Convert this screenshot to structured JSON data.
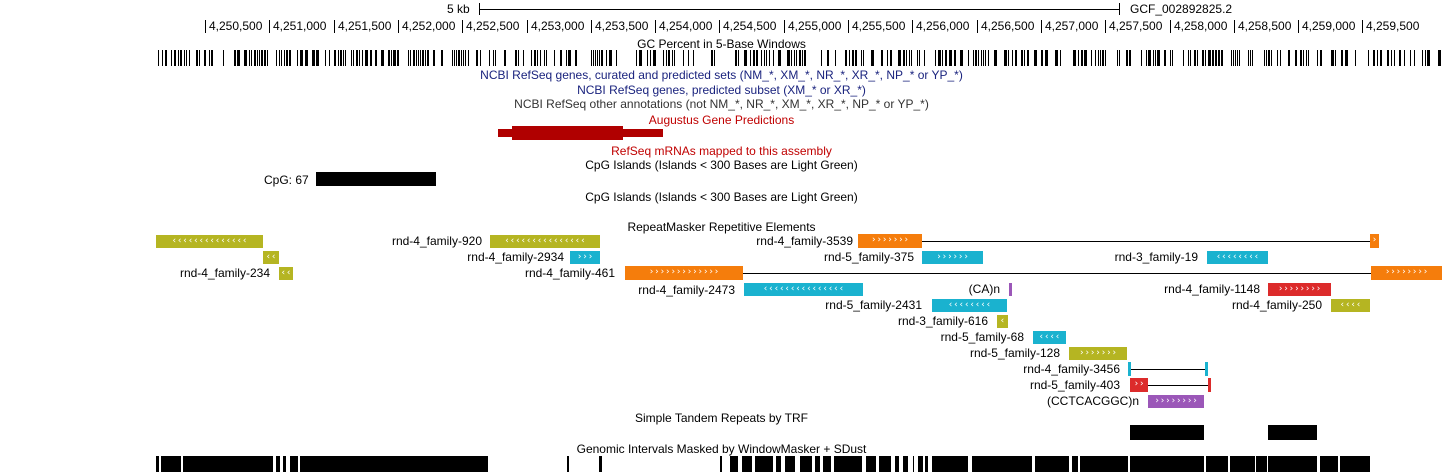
{
  "ruler": {
    "scale_label": "5 kb",
    "assembly": "GCF_002892825.2",
    "ticks": [
      "4,250,500",
      "4,251,000",
      "4,251,500",
      "4,252,000",
      "4,252,500",
      "4,253,000",
      "4,253,500",
      "4,254,000",
      "4,254,500",
      "4,255,000",
      "4,255,500",
      "4,256,000",
      "4,256,500",
      "4,257,000",
      "4,257,500",
      "4,258,000",
      "4,258,500",
      "4,259,000",
      "4,259,500"
    ]
  },
  "tracks": {
    "gc": "GC Percent in 5-Base Windows",
    "refseq_curated": "NCBI RefSeq genes, curated and predicted sets (NM_*, XM_*, NR_*, XR_*, NP_* or YP_*)",
    "refseq_predicted": "NCBI RefSeq genes, predicted subset (XM_* or XR_*)",
    "refseq_other": "NCBI RefSeq other annotations (not NM_*, NR_*, XM_*, XR_*, NP_* or YP_*)",
    "augustus": "Augustus Gene Predictions",
    "refseq_mrna": "RefSeq mRNAs mapped to this assembly",
    "cpg1": "CpG Islands (Islands < 300 Bases are Light Green)",
    "cpg1_item": "CpG: 67",
    "cpg2": "CpG Islands (Islands < 300 Bases are Light Green)",
    "repeatmasker": "RepeatMasker Repetitive Elements",
    "trf": "Simple Tandem Repeats by TRF",
    "windowmasker": "Genomic Intervals Masked by WindowMasker + SDust"
  },
  "repeats": [
    {
      "label": "rnd-4_family-920"
    },
    {
      "label": "rnd-4_family-3539"
    },
    {
      "label": "rnd-4_family-2934"
    },
    {
      "label": "rnd-5_family-375"
    },
    {
      "label": "rnd-3_family-19"
    },
    {
      "label": "rnd-4_family-234"
    },
    {
      "label": "rnd-4_family-461"
    },
    {
      "label": "rnd-4_family-2473"
    },
    {
      "label": "(CA)n"
    },
    {
      "label": "rnd-4_family-1148"
    },
    {
      "label": "rnd-5_family-2431"
    },
    {
      "label": "rnd-4_family-250"
    },
    {
      "label": "rnd-3_family-616"
    },
    {
      "label": "rnd-5_family-68"
    },
    {
      "label": "rnd-5_family-128"
    },
    {
      "label": "rnd-4_family-3456"
    },
    {
      "label": "rnd-5_family-403"
    },
    {
      "label": "(CCTCACGGC)n"
    }
  ],
  "colors": {
    "augustus": "#b00000",
    "olive": "#b5b522",
    "cyan": "#1ab2cf",
    "orange": "#f57d0c",
    "red": "#dc2b2b",
    "purple": "#9b57b8",
    "navy": "#1a237e",
    "darkred": "#c00000"
  }
}
